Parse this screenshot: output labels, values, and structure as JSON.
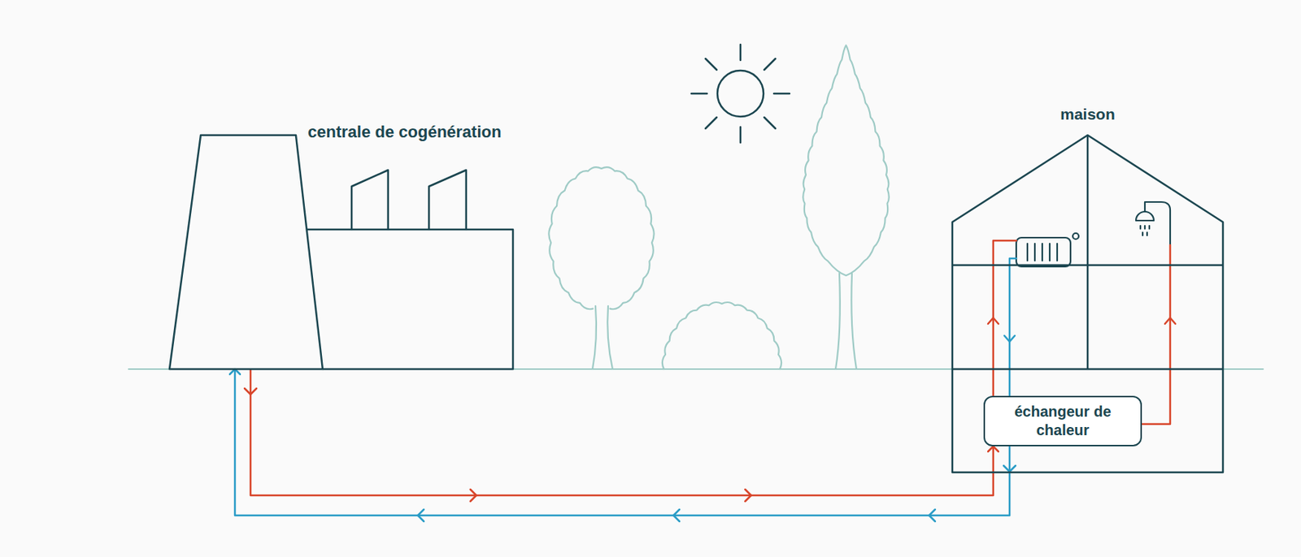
{
  "diagram": {
    "nodes": [
      {
        "text": [
          "centrale de cogénération"
        ]
      },
      {
        "text": [
          "maison"
        ]
      },
      {
        "text": [
          "échangeur de chaleur"
        ],
        "in": 1
      }
    ],
    "edges": [
      {
        "from": 0,
        "to": 2,
        "arrow": "to"
      },
      {
        "from": 2,
        "to": 0,
        "arrow": "to"
      }
    ]
  }
}
